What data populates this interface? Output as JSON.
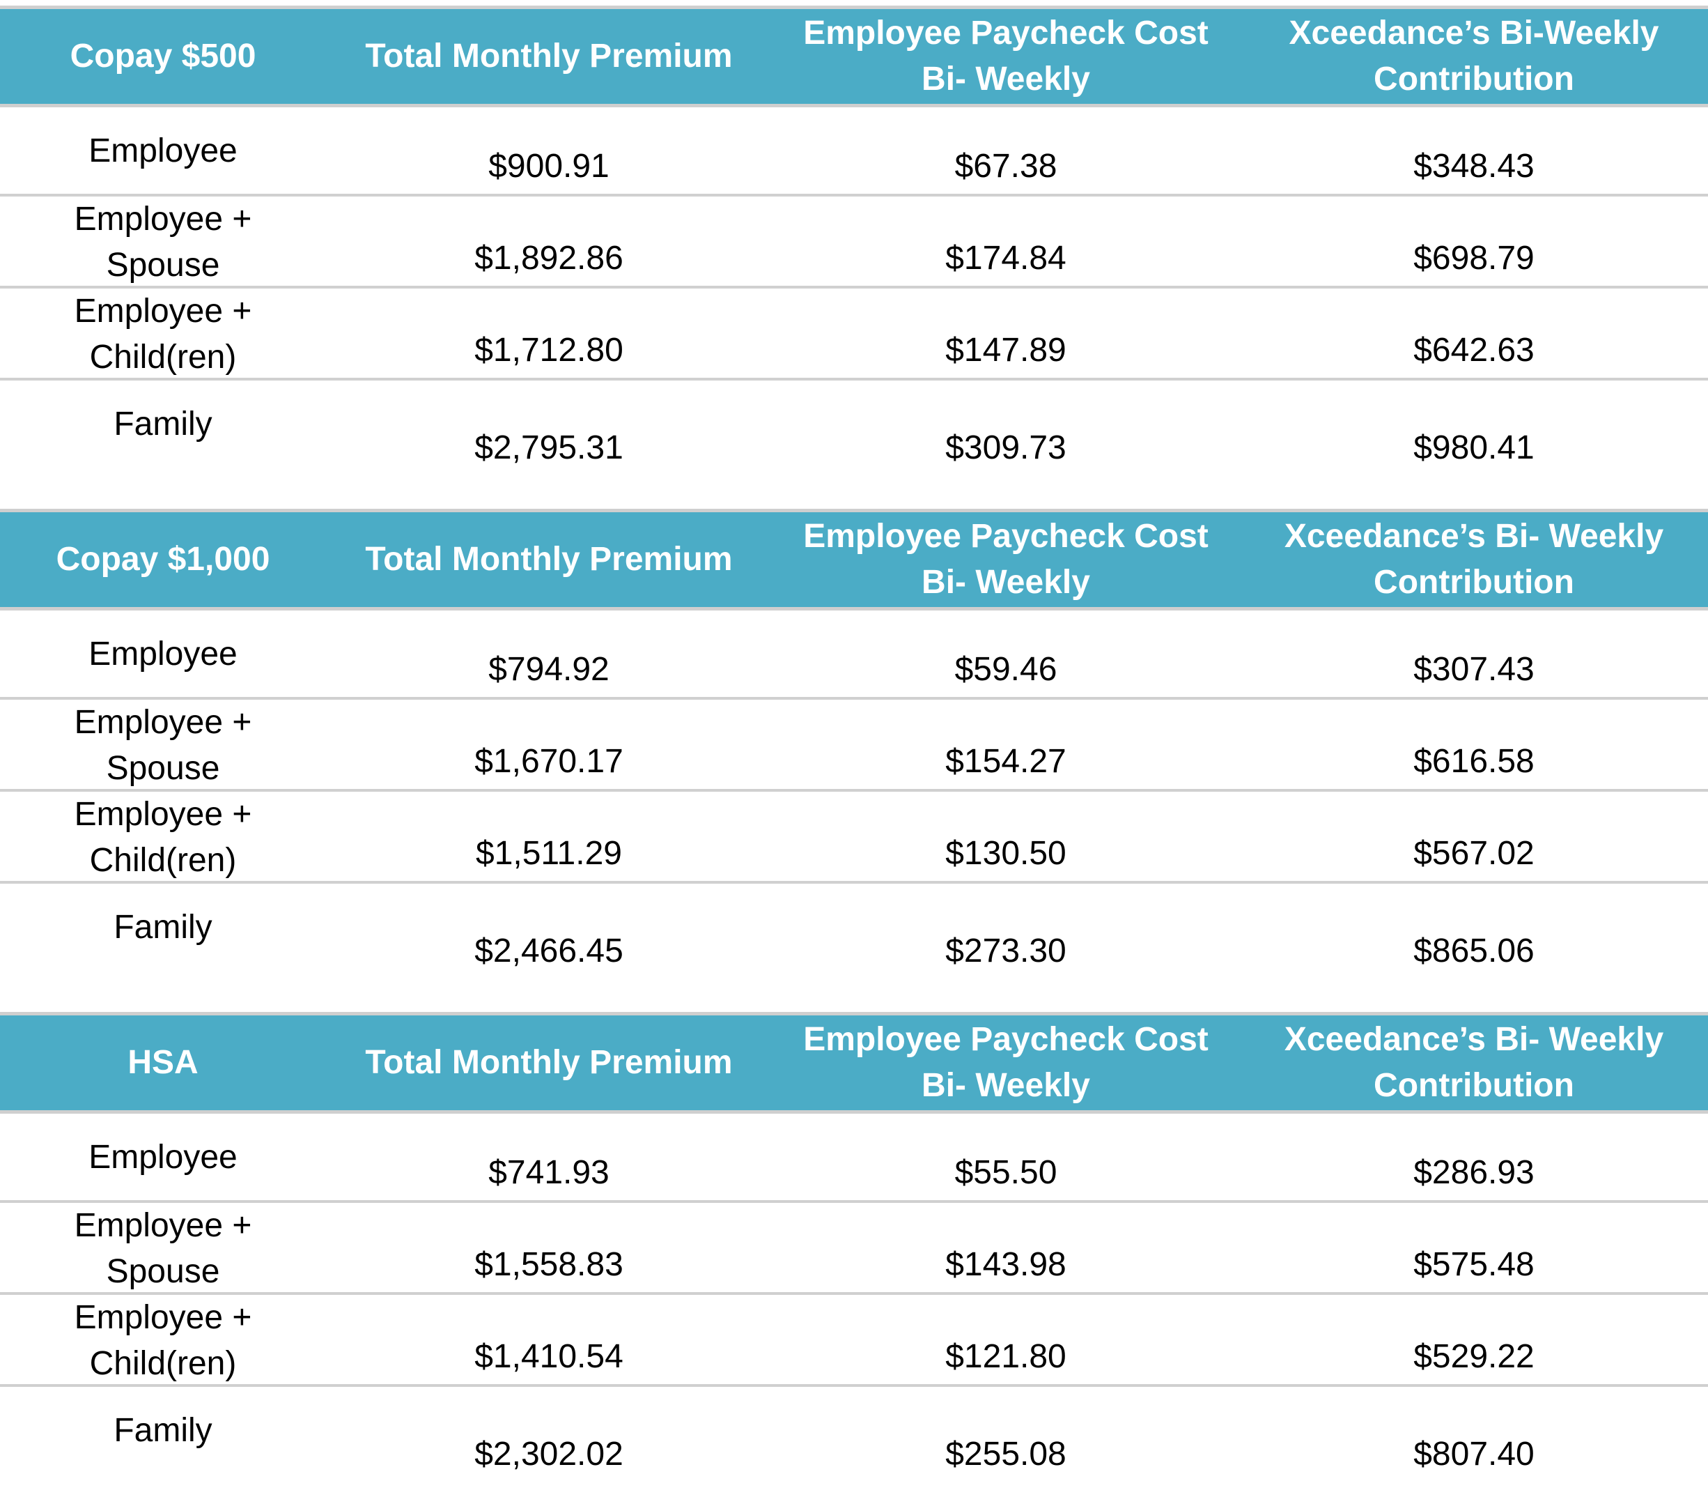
{
  "plans": [
    {
      "header": {
        "plan_name": "Copay $500",
        "col_premium": "Total Monthly Premium",
        "col_paycheck": "Employee Paycheck Cost\nBi- Weekly",
        "col_contribution": "Xceedance’s Bi-Weekly\nContribution"
      },
      "rows": [
        {
          "tier": "Employee",
          "premium": "$900.91",
          "paycheck": "$67.38",
          "contribution": "$348.43"
        },
        {
          "tier": "Employee +\nSpouse",
          "premium": "$1,892.86",
          "paycheck": "$174.84",
          "contribution": "$698.79"
        },
        {
          "tier": "Employee +\nChild(ren)",
          "premium": "$1,712.80",
          "paycheck": "$147.89",
          "contribution": "$642.63"
        },
        {
          "tier": "Family",
          "premium": "$2,795.31",
          "paycheck": "$309.73",
          "contribution": "$980.41"
        }
      ]
    },
    {
      "header": {
        "plan_name": "Copay $1,000",
        "col_premium": "Total Monthly Premium",
        "col_paycheck": "Employee Paycheck Cost\nBi- Weekly",
        "col_contribution": "Xceedance’s Bi- Weekly\nContribution"
      },
      "rows": [
        {
          "tier": "Employee",
          "premium": "$794.92",
          "paycheck": "$59.46",
          "contribution": "$307.43"
        },
        {
          "tier": "Employee +\nSpouse",
          "premium": "$1,670.17",
          "paycheck": "$154.27",
          "contribution": "$616.58"
        },
        {
          "tier": "Employee +\nChild(ren)",
          "premium": "$1,511.29",
          "paycheck": "$130.50",
          "contribution": "$567.02"
        },
        {
          "tier": "Family",
          "premium": "$2,466.45",
          "paycheck": "$273.30",
          "contribution": "$865.06"
        }
      ]
    },
    {
      "header": {
        "plan_name": "HSA",
        "col_premium": "Total Monthly Premium",
        "col_paycheck": "Employee Paycheck Cost\nBi- Weekly",
        "col_contribution": "Xceedance’s Bi- Weekly\nContribution"
      },
      "rows": [
        {
          "tier": "Employee",
          "premium": "$741.93",
          "paycheck": "$55.50",
          "contribution": "$286.93"
        },
        {
          "tier": "Employee +\nSpouse",
          "premium": "$1,558.83",
          "paycheck": "$143.98",
          "contribution": "$575.48"
        },
        {
          "tier": "Employee +\nChild(ren)",
          "premium": "$1,410.54",
          "paycheck": "$121.80",
          "contribution": "$529.22"
        },
        {
          "tier": "Family",
          "premium": "$2,302.02",
          "paycheck": "$255.08",
          "contribution": "$807.40"
        }
      ]
    }
  ]
}
